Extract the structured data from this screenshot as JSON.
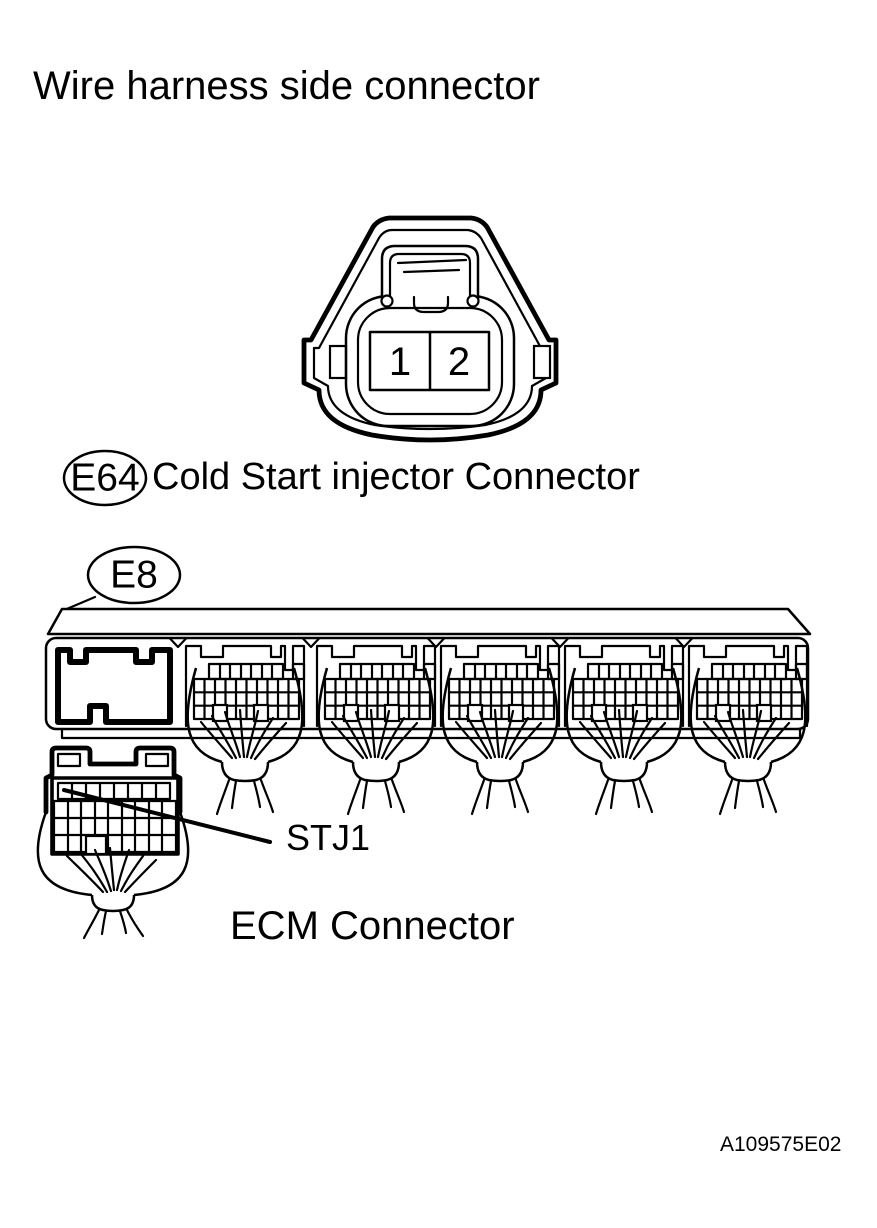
{
  "page": {
    "background": "#ffffff",
    "ink": "#000000"
  },
  "title": "Wire harness side connector",
  "figure_code": "A109575E02",
  "connectors": {
    "cold_start_injector": {
      "ref": "E64",
      "name": "Cold Start injector Connector",
      "pins": [
        "1",
        "2"
      ]
    },
    "ecm": {
      "ref": "E8",
      "name": "ECM Connector",
      "terminal_label": "STJ1",
      "wiring_blocks": 5
    }
  }
}
